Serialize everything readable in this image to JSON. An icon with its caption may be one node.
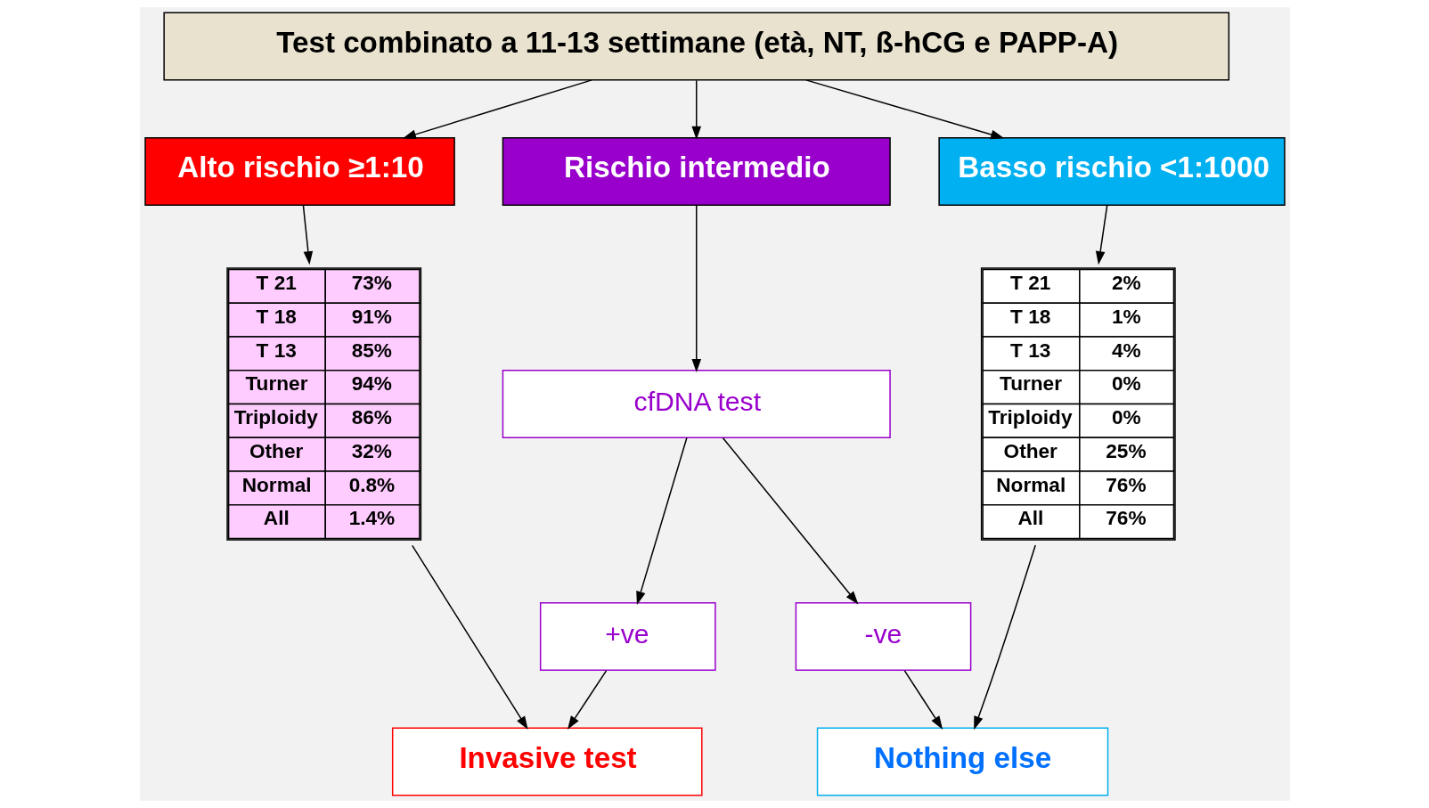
{
  "diagram": {
    "nodes": [
      {
        "text": [
          "Test combinato a 11-13 settimane (età, NT, ß-hCG e PAPP-A)"
        ]
      },
      {
        "text": [
          "Alto rischio ≥1:10"
        ]
      },
      {
        "text": [
          "Rischio intermedio"
        ]
      },
      {
        "text": [
          "Basso rischio <1:1000"
        ]
      },
      {
        "text": [
          "T 21",
          "73%",
          "T 18",
          "91%",
          "T 13",
          "85%",
          "Turner",
          "94%",
          "Triploidy",
          "86%",
          "Other",
          "32%",
          "Normal",
          "0.8%",
          "All",
          "1.4%"
        ]
      },
      {
        "text": [
          "cfDNA test"
        ]
      },
      {
        "text": [
          "T 21",
          "2%",
          "T 18",
          "1%",
          "T 13",
          "4%",
          "Turner",
          "0%",
          "Triploidy",
          "0%",
          "Other",
          "25%",
          "Normal",
          "76%",
          "All",
          "76%"
        ]
      },
      {
        "text": [
          "+ve"
        ]
      },
      {
        "text": [
          "-ve"
        ]
      },
      {
        "text": [
          "Invasive test"
        ]
      },
      {
        "text": [
          "Nothing else"
        ]
      }
    ],
    "edges": [
      {
        "from": 0,
        "to": 1,
        "arrow": "to"
      },
      {
        "from": 0,
        "to": 2,
        "arrow": "to"
      },
      {
        "from": 0,
        "to": 3,
        "arrow": "to"
      },
      {
        "from": 1,
        "to": 4,
        "arrow": "to"
      },
      {
        "from": 2,
        "to": 5,
        "arrow": "to"
      },
      {
        "from": 3,
        "to": 6,
        "arrow": "to"
      },
      {
        "from": 4,
        "to": 9,
        "arrow": "to"
      },
      {
        "from": 5,
        "to": 7,
        "arrow": "to"
      },
      {
        "from": 5,
        "to": 8,
        "arrow": "to"
      },
      {
        "from": 7,
        "to": 9,
        "arrow": "to"
      },
      {
        "from": 8,
        "to": 10,
        "arrow": "to"
      },
      {
        "from": 6,
        "to": 10,
        "arrow": "to"
      }
    ]
  }
}
